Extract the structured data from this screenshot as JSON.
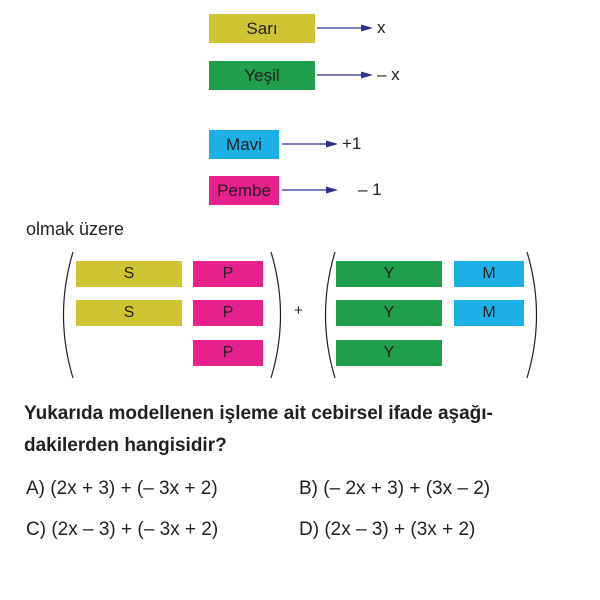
{
  "colors": {
    "yellow": "#cfc434",
    "green": "#1f9e4c",
    "blue": "#1cb0e6",
    "pink": "#e6208c",
    "arrow": "#2e3192",
    "text": "#231f20"
  },
  "legend": [
    {
      "color_name": "Sarı",
      "value": "x"
    },
    {
      "color_name": "Yeşil",
      "value": "– x"
    },
    {
      "color_name": "Mavi",
      "value": "+1"
    },
    {
      "color_name": "Pembe",
      "value": "– 1"
    }
  ],
  "intro_text": "olmak üzere",
  "model": {
    "group1": {
      "left_column": [
        "S",
        "S"
      ],
      "right_column": [
        "P",
        "P",
        "P"
      ]
    },
    "operator": "+",
    "group2": {
      "left_column": [
        "Y",
        "Y",
        "Y"
      ],
      "right_column": [
        "M",
        "M"
      ]
    }
  },
  "question": {
    "line1": "Yukarıda modellenen işleme ait cebirsel ifade aşağı-",
    "line2": "dakilerden hangisidir?"
  },
  "options": {
    "A": "A) (2x + 3) + (– 3x + 2)",
    "B": "B) (– 2x + 3) + (3x – 2)",
    "C": "C) (2x – 3) + (– 3x + 2)",
    "D": "D) (2x – 3) + (3x + 2)"
  }
}
